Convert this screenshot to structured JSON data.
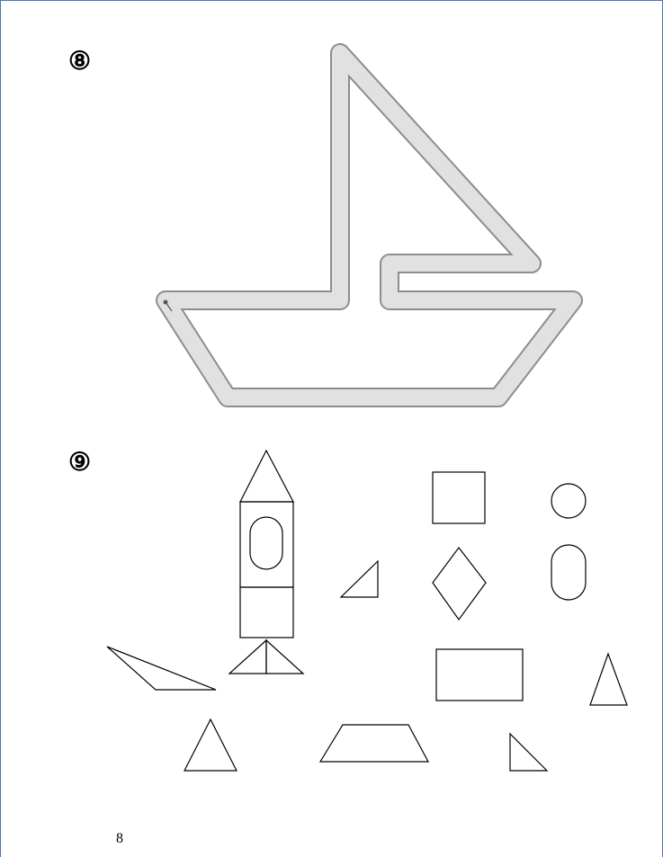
{
  "exercises": [
    {
      "number": "⑧"
    },
    {
      "number": "⑨"
    }
  ],
  "page_number": "8"
}
